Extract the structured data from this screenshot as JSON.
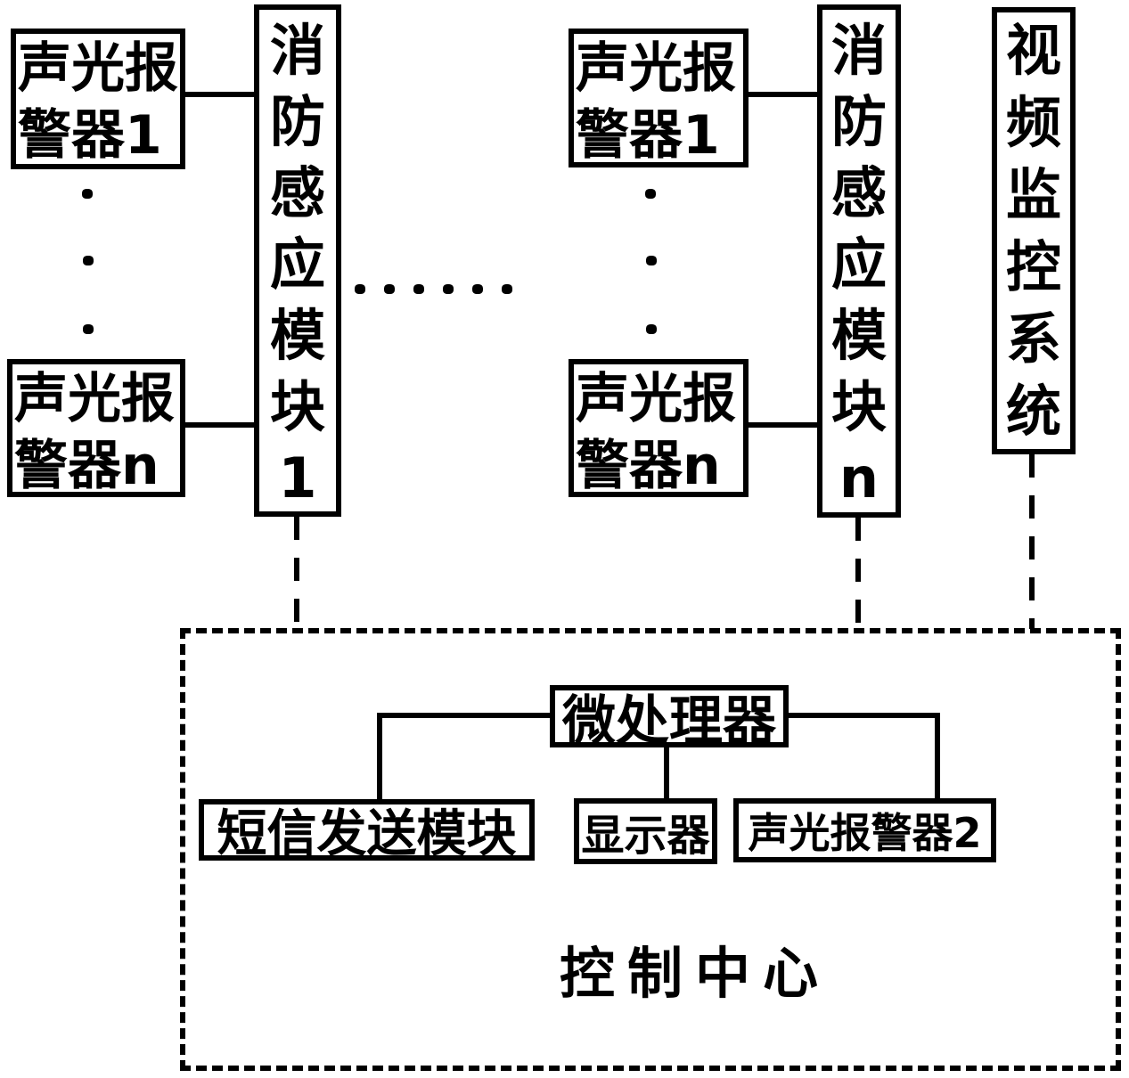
{
  "diagram_title": "fire alarm monitoring system block diagram",
  "colors": {
    "line": "#000000",
    "background": "#ffffff"
  },
  "group1": {
    "alarm_top": "声光报警器1",
    "alarm_bottom": "声光报警器n",
    "module": "消防感应模块1"
  },
  "group2": {
    "alarm_top": "声光报警器1",
    "alarm_bottom": "声光报警器n",
    "module": "消防感应模块n"
  },
  "video_system": "视频监控系统",
  "control_center": {
    "label": "控制中心",
    "microprocessor": "微处理器",
    "sms_module": "短信发送模块",
    "display": "显示器",
    "alarm2": "声光报警器2"
  }
}
